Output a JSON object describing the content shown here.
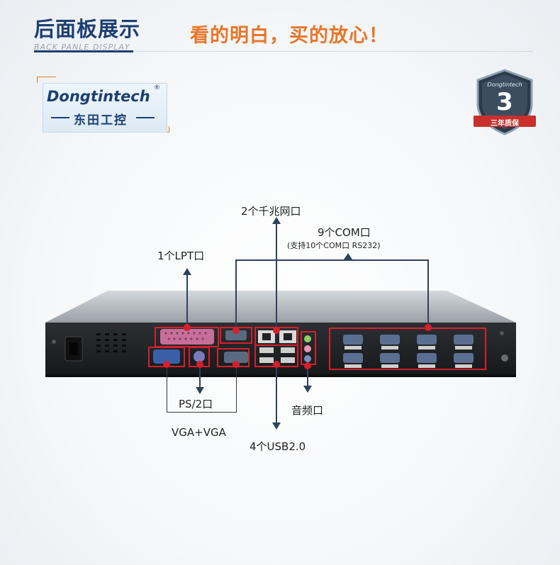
{
  "header": {
    "title": "后面板展示",
    "subtitle": "BACK PANLE DISPLAY",
    "slogan": "看的明白，买的放心！"
  },
  "logo": {
    "brand": "Dongtintech",
    "registered": "®",
    "chinese_name": "东田工控"
  },
  "warranty_badge": {
    "brand": "Dongtintech",
    "number": "3",
    "text": "三年质保"
  },
  "labels": {
    "lan": "2个千兆网口",
    "com": "9个COM口",
    "com_note": "(支持10个COM口 RS232)",
    "lpt": "1个LPT口",
    "ps2": "PS/2口",
    "vga": "VGA+VGA",
    "audio": "音频口",
    "usb": "4个USB2.0"
  },
  "colors": {
    "title_blue": "#1c3f73",
    "slogan_orange": "#e8762a",
    "marker_red": "#d4202c"
  }
}
